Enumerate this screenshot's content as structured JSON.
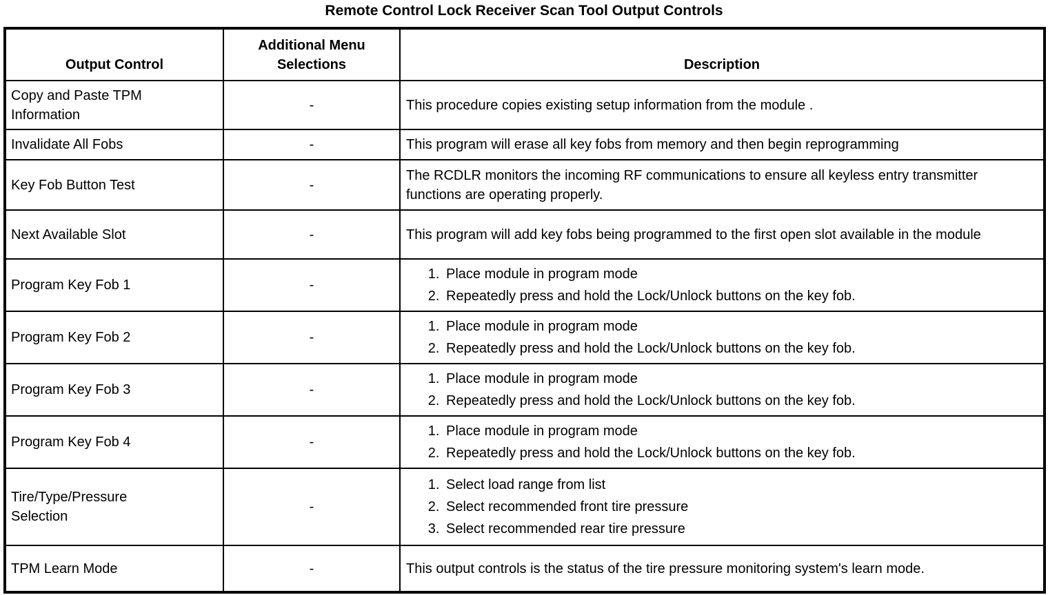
{
  "title": "Remote Control Lock Receiver Scan Tool Output Controls",
  "table": {
    "headers": {
      "output_control": "Output Control",
      "menu": "Additional Menu Selections",
      "description": "Description"
    },
    "rows": [
      {
        "control": "Copy and Paste TPM Information",
        "menu": "-",
        "description": "This procedure copies existing setup information from the module ."
      },
      {
        "control": "Invalidate All Fobs",
        "menu": "-",
        "description": "This program will erase all key fobs from memory and then begin reprogramming"
      },
      {
        "control": "Key Fob Button Test",
        "menu": "-",
        "description": "The RCDLR monitors the incoming RF communications to ensure all keyless entry transmitter functions are operating properly."
      },
      {
        "control": "Next Available Slot",
        "menu": "-",
        "description": "This program will add key fobs being programmed to the first open slot available in the module"
      },
      {
        "control": "Program Key Fob 1",
        "menu": "-",
        "steps": [
          "Place module in program mode",
          "Repeatedly press and hold the Lock/Unlock buttons on the key fob."
        ]
      },
      {
        "control": "Program Key Fob 2",
        "menu": "-",
        "steps": [
          "Place module in program mode",
          "Repeatedly press and hold the Lock/Unlock buttons on the key fob."
        ]
      },
      {
        "control": "Program Key Fob 3",
        "menu": "-",
        "steps": [
          "Place module in program mode",
          "Repeatedly press and hold the Lock/Unlock buttons on the key fob."
        ]
      },
      {
        "control": "Program Key Fob 4",
        "menu": "-",
        "steps": [
          "Place module in program mode",
          "Repeatedly press and hold the Lock/Unlock buttons on the key fob."
        ]
      },
      {
        "control": "Tire/Type/Pressure Selection",
        "menu": "-",
        "steps": [
          "Select load range from list",
          "Select recommended front tire pressure",
          "Select recommended rear tire pressure"
        ]
      },
      {
        "control": "TPM Learn Mode",
        "menu": "-",
        "description": "This output controls is the status of the tire pressure monitoring system's learn mode."
      }
    ]
  }
}
